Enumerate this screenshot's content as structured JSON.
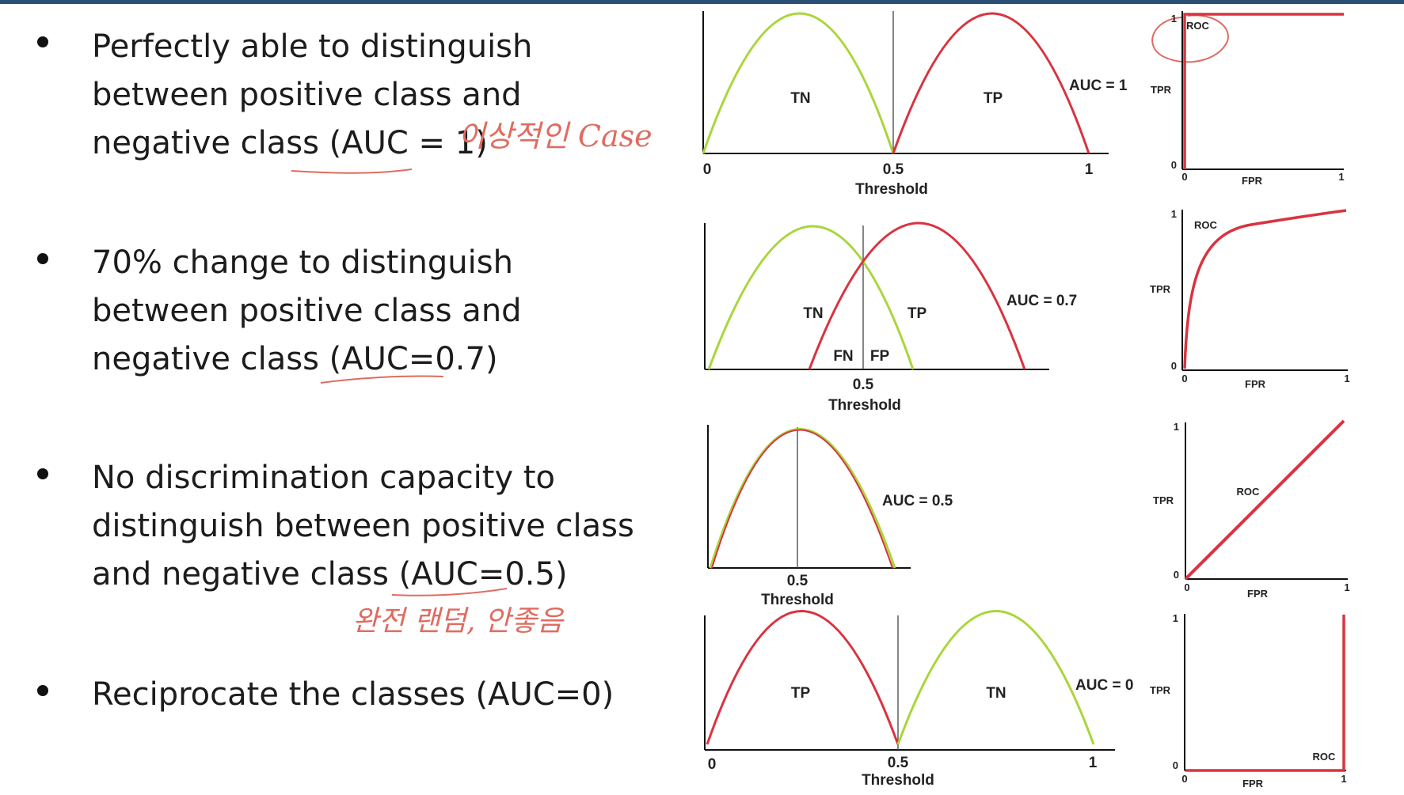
{
  "bullets": [
    {
      "line1": "Perfectly able to distinguish",
      "line2": "between positive class and",
      "line3": "negative class (AUC = 1)"
    },
    {
      "line1": "70% change to distinguish",
      "line2": "between positive class and",
      "line3": "negative class (AUC=0.7)"
    },
    {
      "line1": "No discrimination capacity to",
      "line2": "distinguish between positive class",
      "line3": "and negative class (AUC=0.5)"
    },
    {
      "line1": "Reciprocate the classes (AUC=0)"
    }
  ],
  "annotations": {
    "ideal_case": "이상적인 Case",
    "random_bad": "완전 랜덤, 안좋음"
  },
  "distributions": [
    {
      "auc_label": "AUC = 1",
      "left_class": "TN",
      "right_class": "TP",
      "x_start": "0",
      "x_mid": "0.5",
      "x_end": "1",
      "xlabel": "Threshold"
    },
    {
      "auc_label": "AUC = 0.7",
      "left_class": "TN",
      "right_class": "TP",
      "overlap_left": "FN",
      "overlap_right": "FP",
      "x_mid": "0.5",
      "xlabel": "Threshold"
    },
    {
      "auc_label": "AUC = 0.5",
      "x_mid": "0.5",
      "xlabel": "Threshold"
    },
    {
      "auc_label": "AUC = 0",
      "left_class": "TP",
      "right_class": "TN",
      "x_start": "0",
      "x_mid": "0.5",
      "x_end": "1",
      "xlabel": "Threshold"
    }
  ],
  "roc": [
    {
      "curve_label": "ROC",
      "ylabel": "TPR",
      "xlabel": "FPR",
      "y_top": "1",
      "origin": "0",
      "x_end": "1",
      "x_origin": "0",
      "auc": 1
    },
    {
      "curve_label": "ROC",
      "ylabel": "TPR",
      "xlabel": "FPR",
      "y_top": "1",
      "origin": "0",
      "x_end": "1",
      "x_origin": "0",
      "auc": 0.7
    },
    {
      "curve_label": "ROC",
      "ylabel": "TPR",
      "xlabel": "FPR",
      "y_top": "1",
      "origin": "0",
      "x_end": "1",
      "x_origin": "0",
      "auc": 0.5
    },
    {
      "curve_label": "ROC",
      "ylabel": "TPR",
      "xlabel": "FPR",
      "y_top": "1",
      "origin": "0",
      "x_end": "1",
      "x_origin": "0",
      "auc": 0
    }
  ],
  "colors": {
    "negative_curve": "#a9d63a",
    "positive_curve": "#d9333f",
    "annotation": "#df6c60",
    "top_bar": "#2b4e74"
  }
}
